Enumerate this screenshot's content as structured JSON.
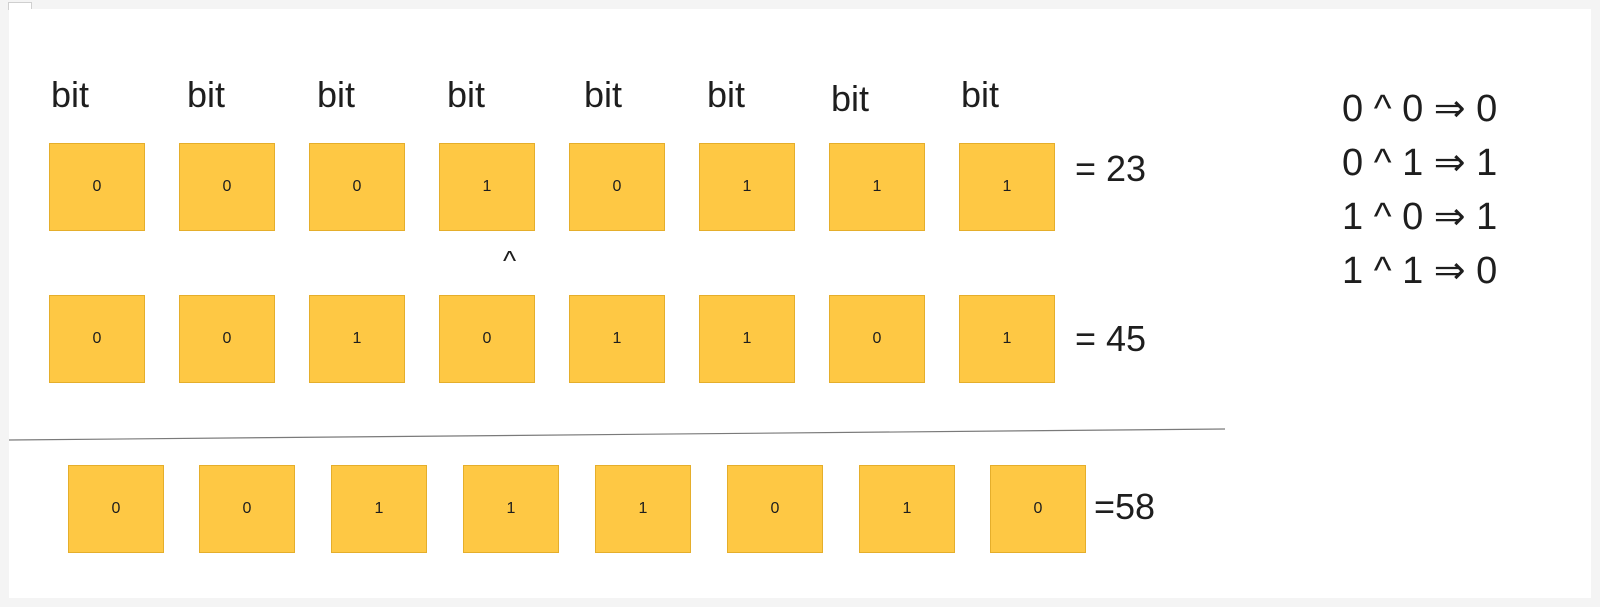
{
  "bit_labels": [
    "bit",
    "bit",
    "bit",
    "bit",
    "bit",
    "bit",
    "bit",
    "bit"
  ],
  "row_a": {
    "bits": [
      "0",
      "0",
      "0",
      "1",
      "0",
      "1",
      "1",
      "1"
    ],
    "result": "= 23"
  },
  "operator": "^",
  "row_b": {
    "bits": [
      "0",
      "0",
      "1",
      "0",
      "1",
      "1",
      "0",
      "1"
    ],
    "result": "= 45"
  },
  "row_c": {
    "bits": [
      "0",
      "0",
      "1",
      "1",
      "1",
      "0",
      "1",
      "0"
    ],
    "result": "=58"
  },
  "truth_table": [
    "0 ^ 0 ⇒ 0",
    "0 ^ 1 ⇒ 1",
    "1 ^ 0 ⇒ 1",
    "1 ^ 1 ⇒ 0"
  ],
  "colors": {
    "cell_fill": "#fec844",
    "cell_border": "#e5ae2b",
    "ink": "#1e1e1e",
    "divider": "#7a7a7a"
  }
}
